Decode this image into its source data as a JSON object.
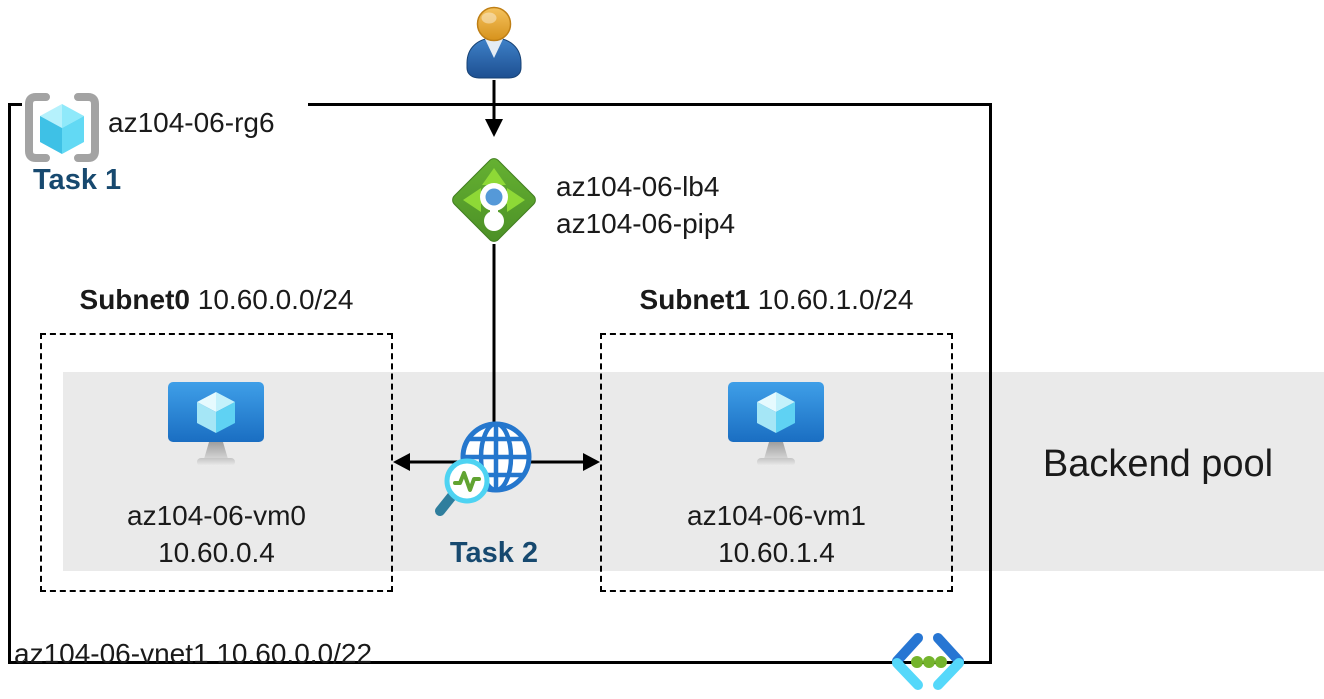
{
  "resource_group": {
    "name": "az104-06-rg6",
    "task_label": "Task 1"
  },
  "load_balancer": {
    "name": "az104-06-lb4",
    "public_ip_name": "az104-06-pip4"
  },
  "health_probe": {
    "task_label": "Task 2"
  },
  "subnets": [
    {
      "name": "Subnet0",
      "cidr": "10.60.0.0/24",
      "vm_name": "az104-06-vm0",
      "vm_ip": "10.60.0.4"
    },
    {
      "name": "Subnet1",
      "cidr": "10.60.1.0/24",
      "vm_name": "az104-06-vm1",
      "vm_ip": "10.60.1.4"
    }
  ],
  "backend_pool_label": "Backend pool",
  "virtual_network": {
    "name": "az104-06-vnet1",
    "cidr": "10.60.0.0/22"
  },
  "icons": {
    "user-icon": "person silhouette (orange head, blue body)",
    "resource-group-icon": "gray brackets enclosing cyan cube",
    "load-balancer-icon": "green diamond with four light-green arrows and white/blue circles",
    "vm-icon": "blue monitor with cyan cube and gray stand",
    "globe-probe-icon": "blue wireframe globe",
    "magnifier-pulse-icon": "cyan magnifier with green heartbeat line",
    "vnet-icon": "blue/cyan angle brackets with three green dots"
  },
  "colors": {
    "backend_band_gray": "#eaeaea",
    "task_label_navy": "#17496f",
    "border_black": "#000000",
    "lb_diamond_green": "#57a32c",
    "lb_arrow_green": "#8ed936",
    "lb_center_blue": "#5599d8",
    "vm_screen_blue": "#2a84d4",
    "cube_cyan": "#5fd2f3",
    "globe_blue": "#2577cd",
    "magnifier_ring_cyan": "#4ed3f2",
    "magnifier_handle_teal": "#2f7e9d",
    "pulse_green": "#61a331",
    "vnet_bracket_blue": "#2776d3",
    "vnet_bracket_cyan": "#55d8fa",
    "vnet_dot_green": "#74b42c",
    "user_head_orange": "#e8a33d",
    "user_body_blue": "#2d62a7",
    "rg_bracket_gray": "#a3a3a3"
  }
}
